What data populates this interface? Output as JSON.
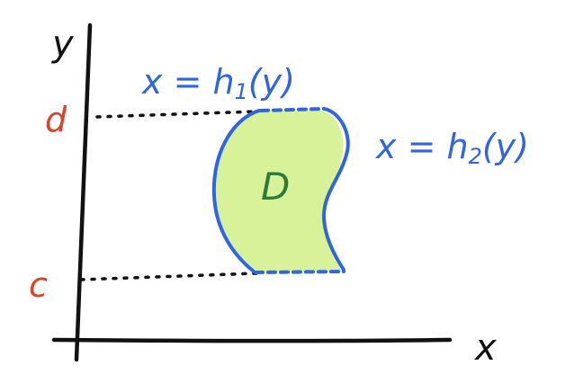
{
  "axes": {
    "y_label": "y",
    "x_label": "x"
  },
  "labels": {
    "d": "d",
    "c": "c",
    "left_boundary": "x = h",
    "left_boundary_sub": "1",
    "left_boundary_arg": "(y)",
    "right_boundary": "x = h",
    "right_boundary_sub": "2",
    "right_boundary_arg": "(y)",
    "region": "D"
  },
  "colors": {
    "axis": "#111111",
    "bound_labels": "#d9452b",
    "curve_labels": "#2f66e0",
    "region_fill": "#d8f29a",
    "region_stroke": "#2f66e0",
    "region_label": "#2e7a3a",
    "dotted": "#111111"
  }
}
